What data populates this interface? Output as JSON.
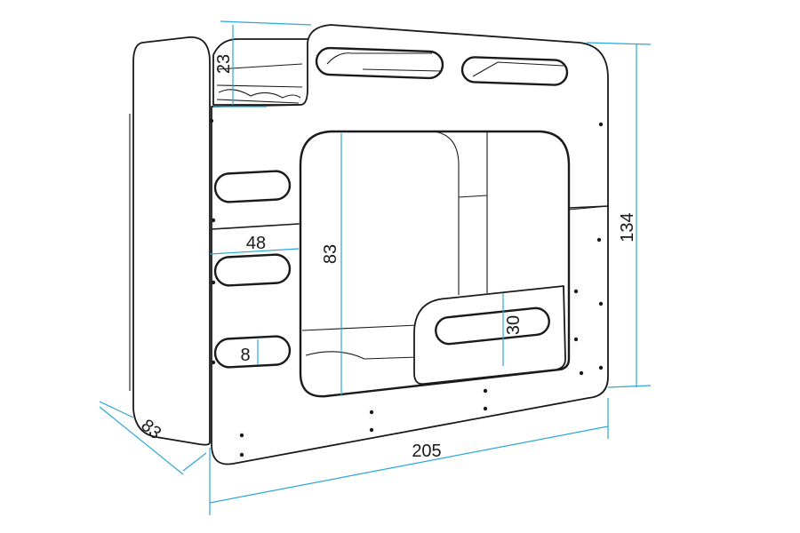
{
  "diagram": {
    "subject": "bunk-bed",
    "dimension_color": "#2aa7d8",
    "line_color": "#1a1a1a",
    "dimensions": {
      "total_height": "134",
      "total_length": "205",
      "depth": "83",
      "opening_height": "83",
      "ladder_width": "48",
      "guardrail_height": "23",
      "lower_board_height": "30",
      "rung_height": "8"
    }
  }
}
